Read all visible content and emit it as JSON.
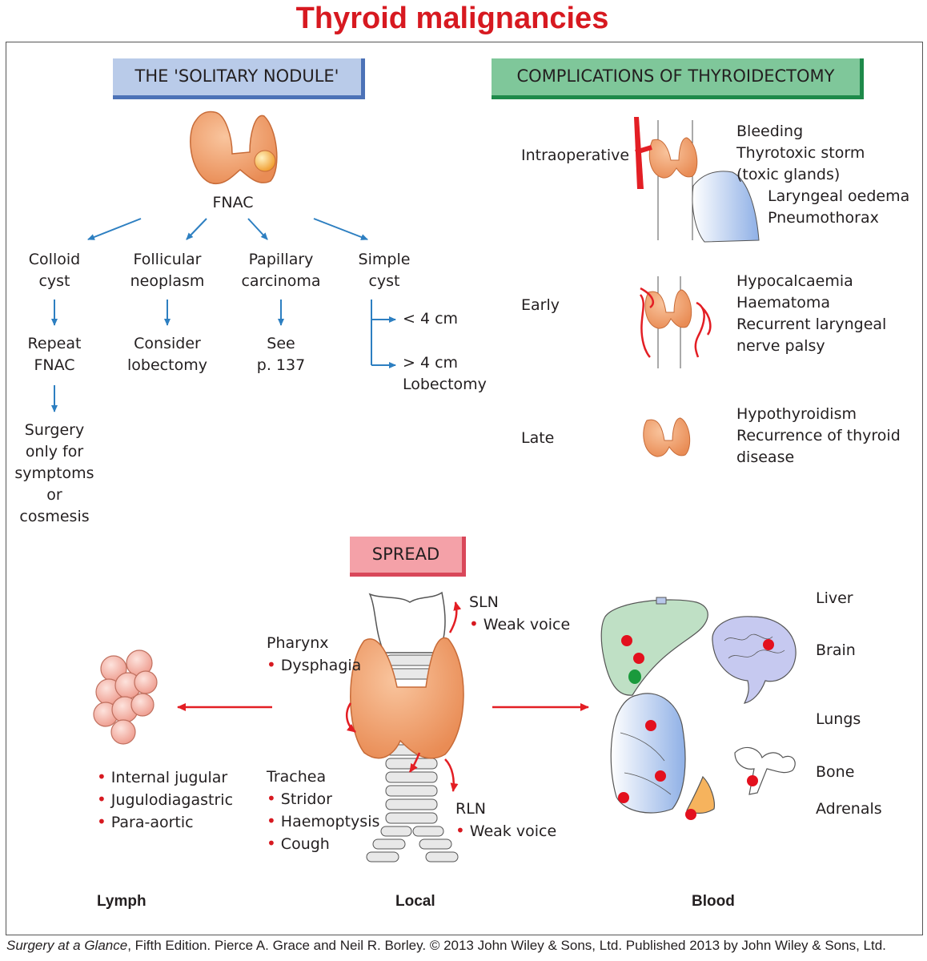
{
  "title": "Thyroid malignancies",
  "nodule": {
    "header": "THE 'SOLITARY NODULE'",
    "fnac": "FNAC",
    "col1": {
      "title": [
        "Colloid",
        "cyst"
      ],
      "next": [
        "Repeat",
        "FNAC"
      ],
      "final": [
        "Surgery",
        "only for",
        "symptoms",
        "or",
        "cosmesis"
      ]
    },
    "col2": {
      "title": [
        "Follicular",
        "neoplasm"
      ],
      "next": [
        "Consider",
        "lobectomy"
      ]
    },
    "col3": {
      "title": [
        "Papillary",
        "carcinoma"
      ],
      "next": [
        "See",
        "p. 137"
      ]
    },
    "col4": {
      "title": [
        "Simple",
        "cyst"
      ],
      "small": "< 4 cm",
      "large": [
        "> 4 cm",
        "Lobectomy"
      ]
    }
  },
  "complications": {
    "header": "COMPLICATIONS OF THYROIDECTOMY",
    "intraop": {
      "label": "Intraoperative",
      "items": [
        "Bleeding",
        "Thyrotoxic storm",
        "(toxic glands)",
        "Laryngeal oedema",
        "Pneumothorax"
      ]
    },
    "early": {
      "label": "Early",
      "items": [
        "Hypocalcaemia",
        "Haematoma",
        "Recurrent laryngeal",
        "nerve palsy"
      ]
    },
    "late": {
      "label": "Late",
      "items": [
        "Hypothyroidism",
        "Recurrence of thyroid",
        "disease"
      ]
    }
  },
  "spread": {
    "header": "SPREAD",
    "sln": {
      "label": "SLN",
      "item": "Weak voice"
    },
    "pharynx": {
      "label": "Pharynx",
      "item": "Dysphagia"
    },
    "trachea": {
      "label": "Trachea",
      "items": [
        "Stridor",
        "Haemoptysis",
        "Cough"
      ]
    },
    "rln": {
      "label": "RLN",
      "item": "Weak voice"
    },
    "lymph_items": [
      "Internal jugular",
      "Jugulodiagastric",
      "Para-aortic"
    ],
    "blood_sites": [
      "Liver",
      "Brain",
      "Lungs",
      "Bone",
      "Adrenals"
    ],
    "routes": {
      "lymph": "Lymph",
      "local": "Local",
      "blood": "Blood"
    }
  },
  "footer": {
    "book": "Surgery at a Glance",
    "rest": ", Fifth Edition. Pierce A. Grace and Neil R. Borley. © 2013 John Wiley & Sons, Ltd. Published 2013 by John Wiley & Sons, Ltd."
  },
  "colors": {
    "title_red": "#d71920",
    "nodule_header": "#b9cbe9",
    "comp_header": "#7fc79a",
    "spread_header": "#f4a1a8",
    "thyroid": "#f2a06a",
    "arrow_blue": "#2d7fc1"
  }
}
